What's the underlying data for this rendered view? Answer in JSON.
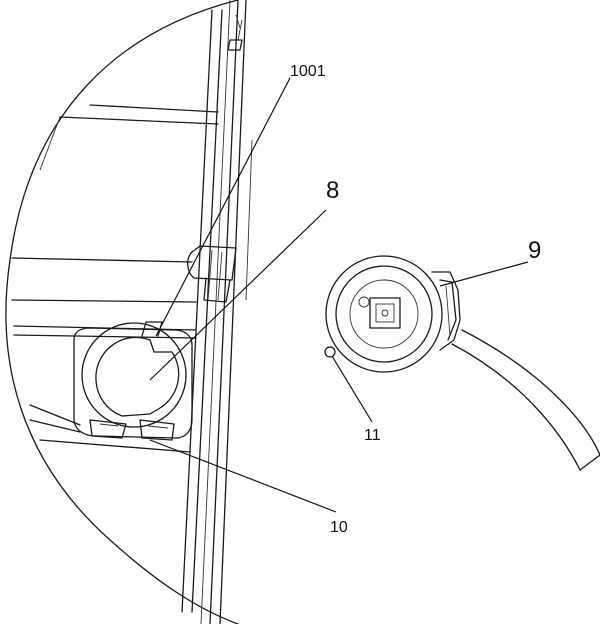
{
  "labels": {
    "l1001": "1001",
    "l8": "8",
    "l9": "9",
    "l10": "10",
    "l11": "11"
  }
}
